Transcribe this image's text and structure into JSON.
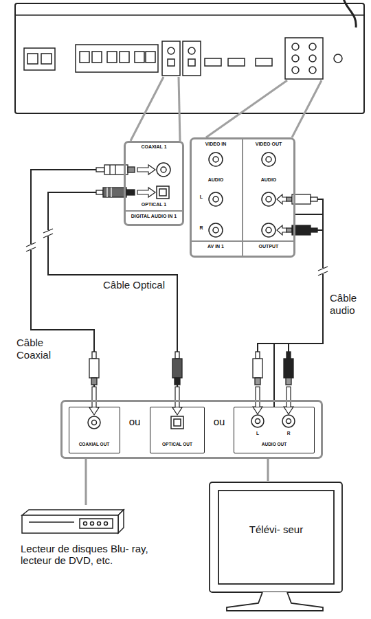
{
  "diagram": {
    "nodes": [
      {
        "text": [
          "COAXIAL 1",
          "OPTICAL 1",
          "DIGITAL AUDIO IN 1"
        ]
      },
      {
        "text": [
          "VIDEO IN",
          "VIDEO OUT",
          "AUDIO",
          "AUDIO",
          "L",
          "R",
          "AV IN 1",
          "OUTPUT"
        ]
      },
      {
        "text": [
          "ou",
          "ou"
        ]
      },
      {
        "text": [
          "COAXIAL OUT"
        ],
        "in": 2
      },
      {
        "text": [
          "OPTICAL OUT"
        ],
        "in": 2
      },
      {
        "text": [
          "L",
          "R",
          "AUDIO OUT"
        ],
        "in": 2
      },
      {
        "text": [
          "Lecteur de disques Blu- ray, lecteur de DVD, etc."
        ]
      },
      {
        "text": [
          "Télévi- seur"
        ]
      }
    ],
    "edges": [
      {
        "from": 3,
        "to": 0,
        "arrow": "none",
        "label": "Câble Coaxial"
      },
      {
        "from": 4,
        "to": 0,
        "arrow": "none",
        "label": "Câble Optical"
      },
      {
        "from": 5,
        "to": 1,
        "arrow": "none",
        "label": "Câble audio"
      },
      {
        "from": 2,
        "to": 6,
        "arrow": "none"
      },
      {
        "from": 2,
        "to": 7,
        "arrow": "none"
      }
    ]
  }
}
